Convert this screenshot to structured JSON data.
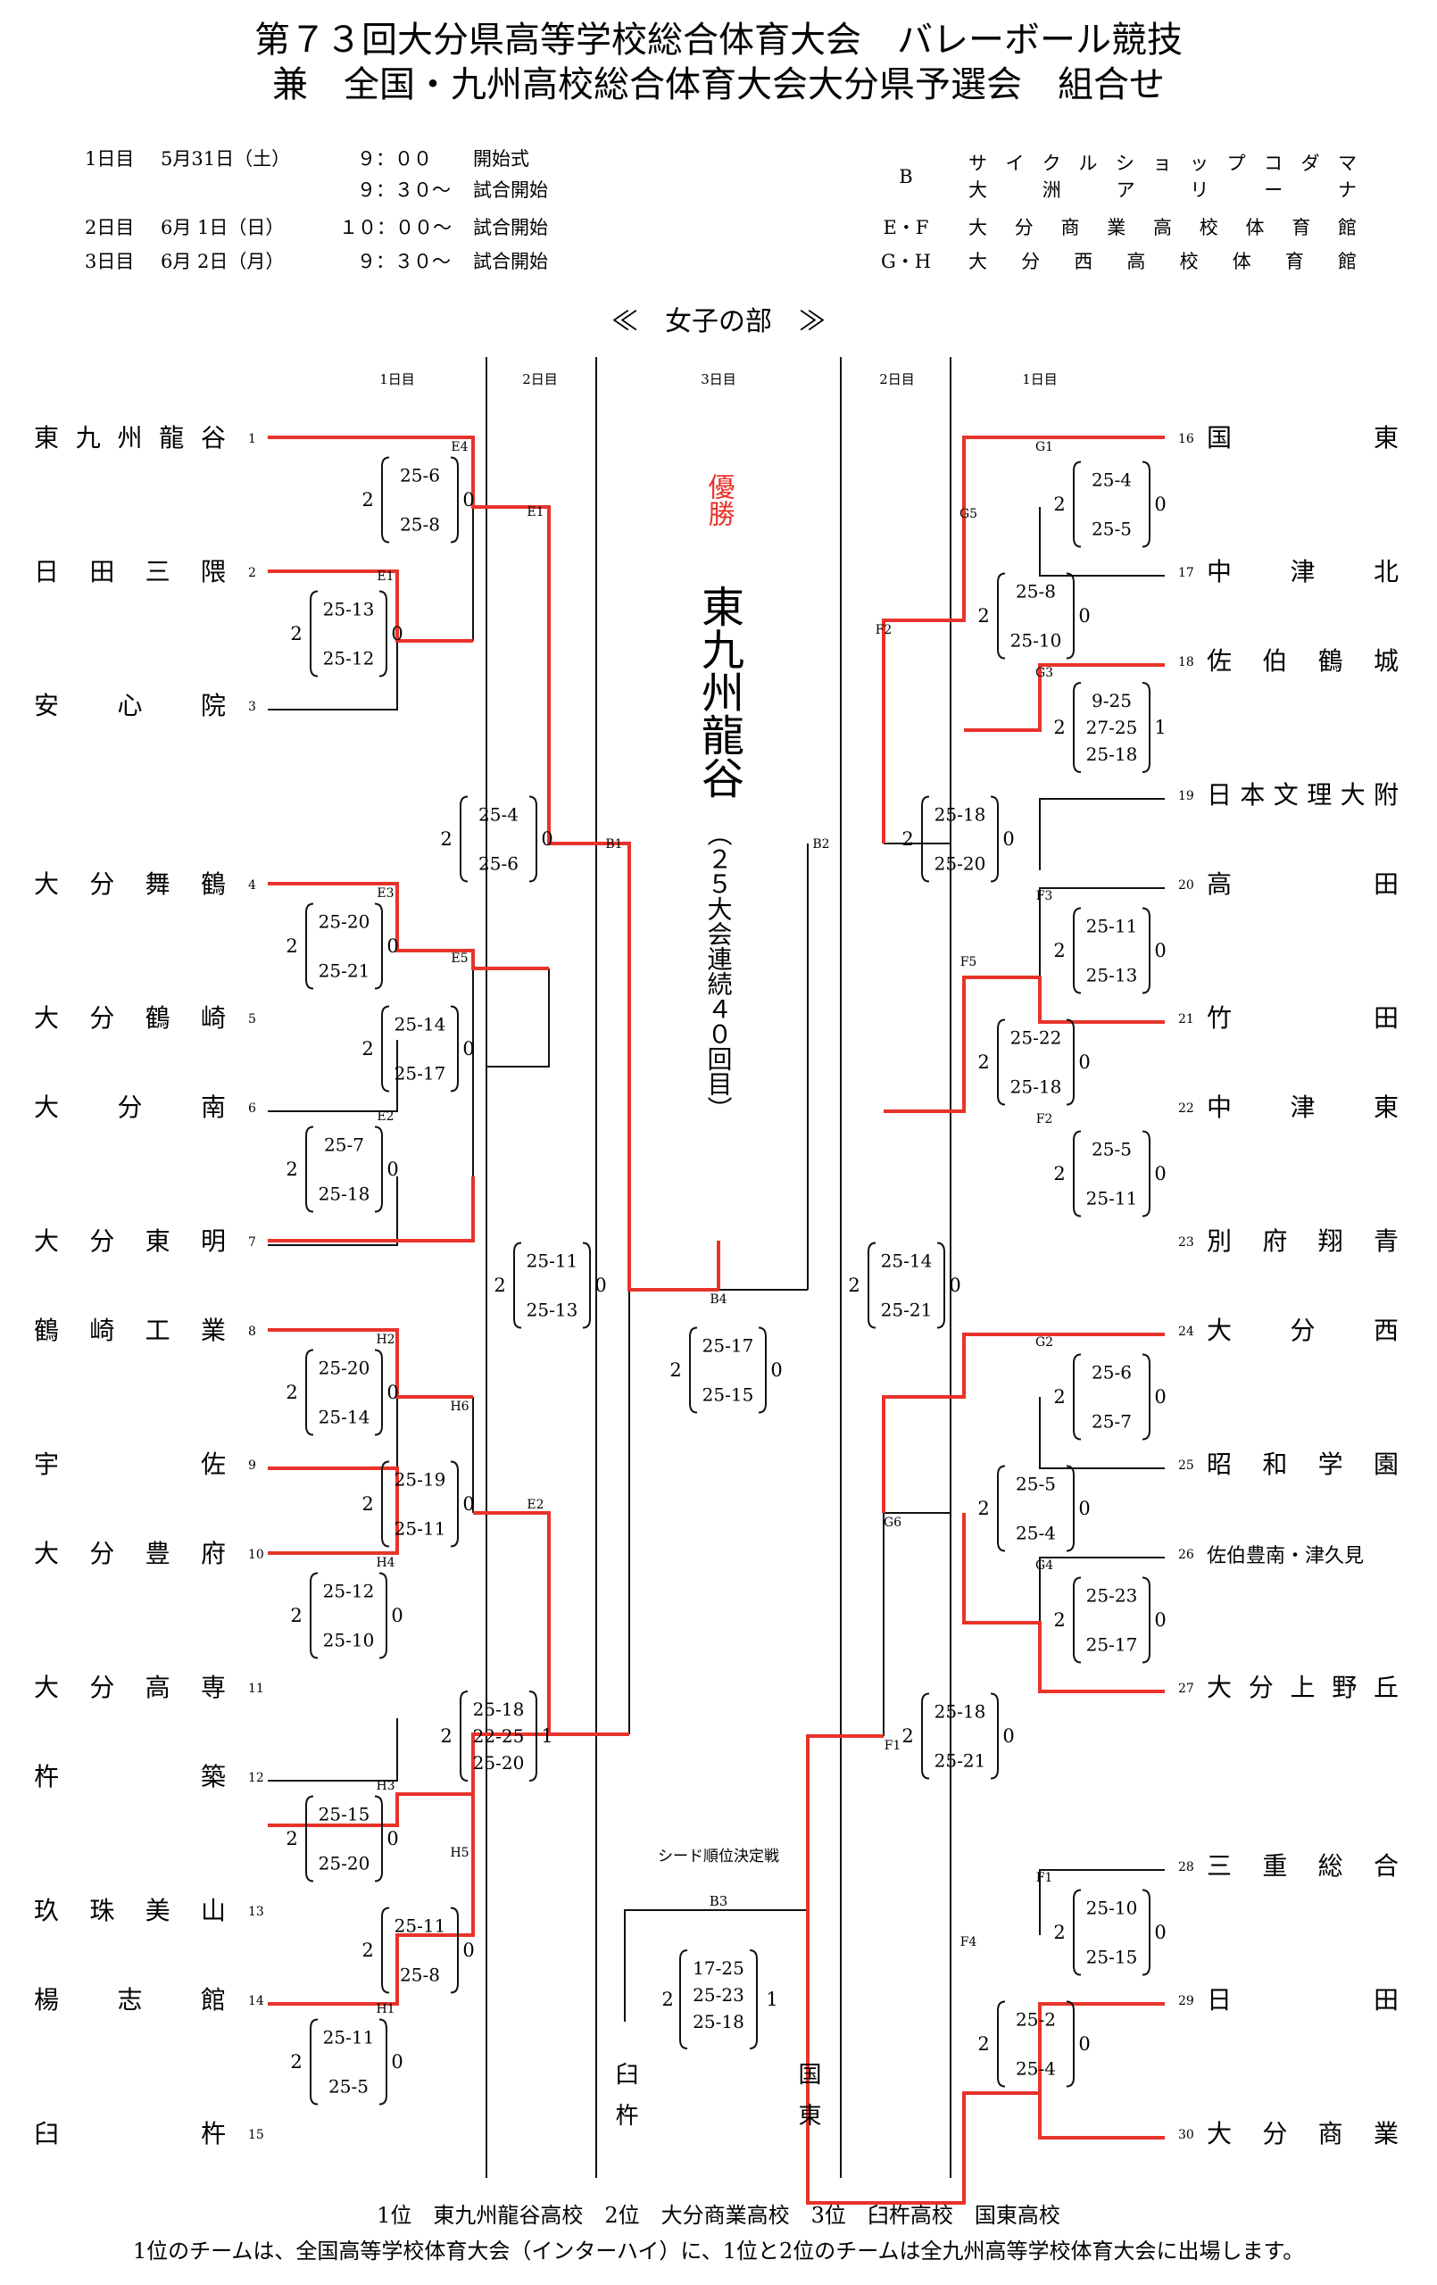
{
  "header": {
    "title_line1": "第７３回大分県高等学校総合体育大会　バレーボール競技",
    "title_line2": "兼　全国・九州高校総合体育大会大分県予選会　組合せ"
  },
  "schedule": [
    {
      "day": "1日目",
      "date": "5月31日（土）",
      "time": "９：００",
      "event": "開始式"
    },
    {
      "day": "",
      "date": "",
      "time": "９：３０～",
      "event": "試合開始"
    },
    {
      "day": "2日目",
      "date": "6月 1日（日）",
      "time": "１０：００～",
      "event": "試合開始"
    },
    {
      "day": "3日目",
      "date": "6月 2日（月）",
      "time": "９：３０～",
      "event": "試合開始"
    }
  ],
  "venues": [
    {
      "code": "B",
      "name": "サイクルショップコダマ",
      "name2": "大洲アリーナ"
    },
    {
      "code": "E・F",
      "name": "大分商業高校体育館"
    },
    {
      "code": "G・H",
      "name": "大分西高校体育館"
    }
  ],
  "section_title": "≪　女子の部　≫",
  "round_labels": {
    "d1": "1日目",
    "d2": "2日目",
    "d3": "3日目"
  },
  "champion": {
    "label": "優勝",
    "name": "東九州龍谷",
    "note": "（２５大会連続４０回目）"
  },
  "left_teams": [
    {
      "seed": "1",
      "name": "東九州龍谷"
    },
    {
      "seed": "2",
      "name": "日田三隈"
    },
    {
      "seed": "3",
      "name": "安心院"
    },
    {
      "seed": "4",
      "name": "大分舞鶴"
    },
    {
      "seed": "5",
      "name": "大分鶴崎"
    },
    {
      "seed": "6",
      "name": "大分南"
    },
    {
      "seed": "7",
      "name": "大分東明"
    },
    {
      "seed": "8",
      "name": "鶴崎工業"
    },
    {
      "seed": "9",
      "name": "宇佐"
    },
    {
      "seed": "10",
      "name": "大分豊府"
    },
    {
      "seed": "11",
      "name": "大分高専"
    },
    {
      "seed": "12",
      "name": "杵築"
    },
    {
      "seed": "13",
      "name": "玖珠美山"
    },
    {
      "seed": "14",
      "name": "楊志館"
    },
    {
      "seed": "15",
      "name": "臼杵"
    }
  ],
  "right_teams": [
    {
      "seed": "16",
      "name": "国東"
    },
    {
      "seed": "17",
      "name": "中津北"
    },
    {
      "seed": "18",
      "name": "佐伯鶴城"
    },
    {
      "seed": "19",
      "name": "日本文理大附"
    },
    {
      "seed": "20",
      "name": "高田"
    },
    {
      "seed": "21",
      "name": "竹田"
    },
    {
      "seed": "22",
      "name": "中津東"
    },
    {
      "seed": "23",
      "name": "別府翔青"
    },
    {
      "seed": "24",
      "name": "大分西"
    },
    {
      "seed": "25",
      "name": "昭和学園"
    },
    {
      "seed": "26",
      "name": "佐伯豊南・津久見"
    },
    {
      "seed": "27",
      "name": "大分上野丘"
    },
    {
      "seed": "28",
      "name": "三重総合"
    },
    {
      "seed": "29",
      "name": "日田"
    },
    {
      "seed": "30",
      "name": "大分商業"
    }
  ],
  "matches": [
    {
      "court": "E1",
      "left": "2",
      "right": "0",
      "sets": [
        "25-13",
        "25-12"
      ]
    },
    {
      "court": "E4",
      "left": "2",
      "right": "0",
      "sets": [
        "25-6",
        "25-8"
      ]
    },
    {
      "court": "E3",
      "left": "2",
      "right": "0",
      "sets": [
        "25-20",
        "25-21"
      ]
    },
    {
      "court": "E2",
      "left": "2",
      "right": "0",
      "sets": [
        "25-7",
        "25-18"
      ]
    },
    {
      "court": "E5",
      "left": "2",
      "right": "0",
      "sets": [
        "25-14",
        "25-17"
      ]
    },
    {
      "court": "H2",
      "left": "2",
      "right": "0",
      "sets": [
        "25-20",
        "25-14"
      ]
    },
    {
      "court": "H4",
      "left": "2",
      "right": "0",
      "sets": [
        "25-12",
        "25-10"
      ]
    },
    {
      "court": "H6",
      "left": "2",
      "right": "0",
      "sets": [
        "25-19",
        "25-11"
      ]
    },
    {
      "court": "H3",
      "left": "2",
      "right": "0",
      "sets": [
        "25-15",
        "25-20"
      ]
    },
    {
      "court": "H1",
      "left": "2",
      "right": "0",
      "sets": [
        "25-11",
        "25-5"
      ]
    },
    {
      "court": "H5",
      "left": "2",
      "right": "0",
      "sets": [
        "25-11",
        "25-8"
      ]
    },
    {
      "court": "E1",
      "left": "",
      "right": "",
      "sets": []
    },
    {
      "court": "",
      "left": "2",
      "right": "0",
      "sets": [
        "25-4",
        "25-6"
      ]
    },
    {
      "court": "E2",
      "left": "2",
      "right": "0",
      "sets": [
        "25-11",
        "25-13"
      ]
    },
    {
      "court": "",
      "left": "2",
      "right": "1",
      "sets": [
        "25-18",
        "22-25",
        "25-20"
      ]
    },
    {
      "court": "B1",
      "left": "",
      "right": "",
      "sets": []
    },
    {
      "court": "B4",
      "left": "2",
      "right": "0",
      "sets": [
        "25-17",
        "25-15"
      ]
    },
    {
      "court": "B2",
      "left": "",
      "right": "",
      "sets": []
    },
    {
      "court": "G1",
      "left": "2",
      "right": "0",
      "sets": [
        "25-4",
        "25-5"
      ]
    },
    {
      "court": "G3",
      "left": "2",
      "right": "1",
      "sets": [
        "9-25",
        "27-25",
        "25-18"
      ]
    },
    {
      "court": "G5",
      "left": "2",
      "right": "0",
      "sets": [
        "25-8",
        "25-10"
      ]
    },
    {
      "court": "F3",
      "left": "2",
      "right": "0",
      "sets": [
        "25-11",
        "25-13"
      ]
    },
    {
      "court": "F2",
      "left": "2",
      "right": "0",
      "sets": [
        "25-5",
        "25-11"
      ]
    },
    {
      "court": "F5",
      "left": "2",
      "right": "0",
      "sets": [
        "25-22",
        "25-18"
      ]
    },
    {
      "court": "F2",
      "left": "2",
      "right": "0",
      "sets": [
        "25-18",
        "25-20"
      ]
    },
    {
      "court": "G2",
      "left": "2",
      "right": "0",
      "sets": [
        "25-6",
        "25-7"
      ]
    },
    {
      "court": "G4",
      "left": "2",
      "right": "0",
      "sets": [
        "25-23",
        "25-17"
      ]
    },
    {
      "court": "G6",
      "left": "2",
      "right": "0",
      "sets": [
        "25-5",
        "25-4"
      ]
    },
    {
      "court": "F1",
      "left": "2",
      "right": "0",
      "sets": [
        "25-10",
        "25-15"
      ]
    },
    {
      "court": "F4",
      "left": "2",
      "right": "0",
      "sets": [
        "25-2",
        "25-4"
      ]
    },
    {
      "court": "F1",
      "left": "2",
      "right": "0",
      "sets": [
        "25-18",
        "25-21"
      ]
    },
    {
      "court": "",
      "left": "2",
      "right": "0",
      "sets": [
        "25-14",
        "25-21"
      ]
    }
  ],
  "seed_playoff": {
    "label": "シード順位決定戦",
    "court": "B3",
    "left_team": "臼杵",
    "right_team": "国東",
    "left": "2",
    "right": "1",
    "sets": [
      "17-25",
      "25-23",
      "25-18"
    ]
  },
  "footer": {
    "ranking": "1位　東九州龍谷高校　2位　大分商業高校　3位　臼杵高校　国東高校",
    "note": "1位のチームは、全国高等学校体育大会（インターハイ）に、1位と2位のチームは全九州高等学校体育大会に出場します。"
  },
  "colors": {
    "win_line": "#e8332a",
    "line": "#111111",
    "champion_label": "#e8332a"
  }
}
